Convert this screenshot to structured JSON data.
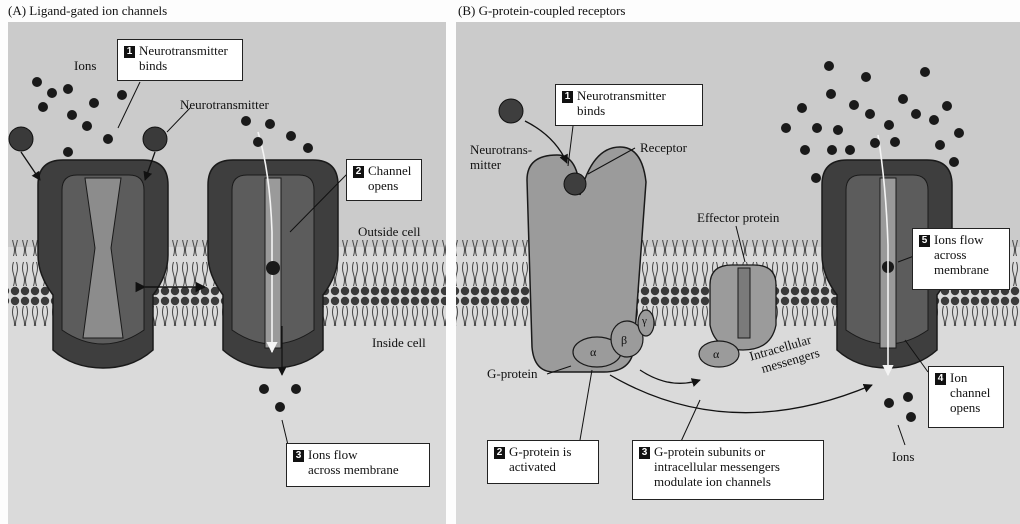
{
  "panel_a": {
    "title": "(A) Ligand-gated ion channels",
    "labels": {
      "ions": "Ions",
      "neurotransmitter": "Neurotransmitter",
      "outside_cell": "Outside cell",
      "inside_cell": "Inside cell"
    },
    "steps": [
      {
        "number": "1",
        "lines": [
          "Neurotransmitter",
          "binds"
        ]
      },
      {
        "number": "2",
        "lines": [
          "Channel",
          "opens"
        ]
      },
      {
        "number": "3",
        "lines": [
          "Ions flow",
          "across membrane"
        ]
      }
    ]
  },
  "panel_b": {
    "title": "(B) G-protein-coupled receptors",
    "labels": {
      "neurotransmitter": [
        "Neurotrans-",
        "mitter"
      ],
      "receptor": "Receptor",
      "effector_protein": "Effector protein",
      "g_protein": "G-protein",
      "intracellular_messengers": [
        "Intracellular",
        "messengers"
      ],
      "ions": "Ions",
      "alpha": "α",
      "beta": "β",
      "gamma": "γ"
    },
    "steps": [
      {
        "number": "1",
        "lines": [
          "Neurotransmitter",
          "binds"
        ]
      },
      {
        "number": "2",
        "lines": [
          "G-protein is",
          "activated"
        ]
      },
      {
        "number": "3",
        "lines": [
          "G-protein subunits or",
          "intracellular messengers",
          "modulate ion channels"
        ]
      },
      {
        "number": "4",
        "lines": [
          "Ion",
          "channel",
          "opens"
        ]
      },
      {
        "number": "5",
        "lines": [
          "Ions flow",
          "across",
          "membrane"
        ]
      }
    ]
  },
  "colors": {
    "background_outside": "#cfcfcf",
    "background_inside": "#dcdcdc",
    "channel_dark": "#3a3a3a",
    "receptor": "#9a9a9a",
    "ion": "#1a1a1a"
  }
}
